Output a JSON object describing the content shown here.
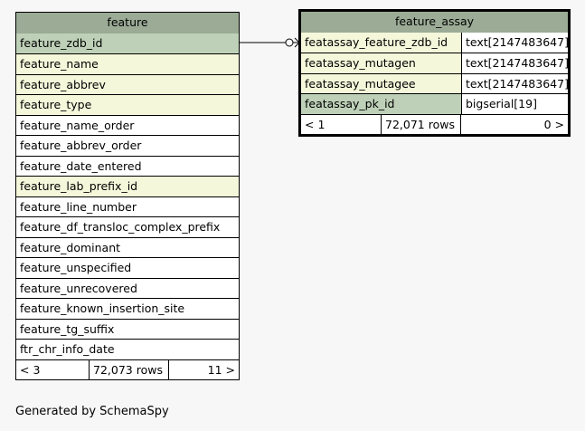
{
  "feature": {
    "title": "feature",
    "columns": [
      {
        "name": "feature_zdb_id",
        "kind": "pk"
      },
      {
        "name": "feature_name",
        "kind": "fk"
      },
      {
        "name": "feature_abbrev",
        "kind": "fk"
      },
      {
        "name": "feature_type",
        "kind": "fk"
      },
      {
        "name": "feature_name_order",
        "kind": "plain"
      },
      {
        "name": "feature_abbrev_order",
        "kind": "plain"
      },
      {
        "name": "feature_date_entered",
        "kind": "plain"
      },
      {
        "name": "feature_lab_prefix_id",
        "kind": "fk"
      },
      {
        "name": "feature_line_number",
        "kind": "plain"
      },
      {
        "name": "feature_df_transloc_complex_prefix",
        "kind": "plain"
      },
      {
        "name": "feature_dominant",
        "kind": "plain"
      },
      {
        "name": "feature_unspecified",
        "kind": "plain"
      },
      {
        "name": "feature_unrecovered",
        "kind": "plain"
      },
      {
        "name": "feature_known_insertion_site",
        "kind": "plain"
      },
      {
        "name": "feature_tg_suffix",
        "kind": "plain"
      },
      {
        "name": "ftr_chr_info_date",
        "kind": "plain"
      }
    ],
    "footer": {
      "parents": "< 3",
      "rows": "72,073 rows",
      "children": "11 >"
    }
  },
  "feature_assay": {
    "title": "feature_assay",
    "columns": [
      {
        "name": "featassay_feature_zdb_id",
        "type": "text[2147483647]",
        "kind": "fk"
      },
      {
        "name": "featassay_mutagen",
        "type": "text[2147483647]",
        "kind": "fk"
      },
      {
        "name": "featassay_mutagee",
        "type": "text[2147483647]",
        "kind": "fk"
      },
      {
        "name": "featassay_pk_id",
        "type": "bigserial[19]",
        "kind": "pk"
      }
    ],
    "footer": {
      "parents": "< 1",
      "rows": "72,071 rows",
      "children": "0 >"
    }
  },
  "colors": {
    "header": "#9bab96",
    "pk": "#bed1b8",
    "fk": "#f4f7da"
  },
  "generated_by": "Generated by SchemaSpy"
}
